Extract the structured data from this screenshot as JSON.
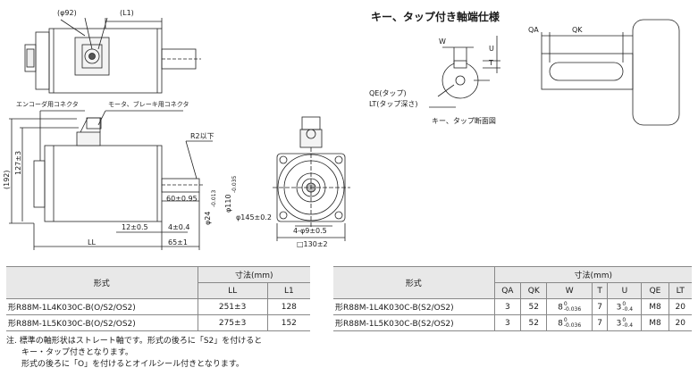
{
  "title": "キー、タップ付き軸端仕様",
  "top_view": {
    "phi92": "(φ92)",
    "l1": "(L1)"
  },
  "side_view": {
    "encoder_connector": "エンコーダ用コネクタ",
    "motor_brake_connector": "モータ、ブレーキ用コネクタ",
    "dim_192": "(192)",
    "dim_127": "127±3",
    "r2": "R2以下",
    "dim_60": "60±0.95",
    "dim_24": "φ24",
    "dim_24_tol": [
      "0",
      "-0.013"
    ],
    "dim_110": "φ110",
    "dim_110_tol": [
      "0",
      "-0.035"
    ],
    "dim_12": "12±0.5",
    "dim_4": "4±0.4",
    "ll": "LL",
    "dim_65": "65±1"
  },
  "front_view": {
    "phi145": "φ145±0.2",
    "holes": "4-φ9±0.5",
    "square": "□130±2"
  },
  "key_view": {
    "w": "W",
    "u": "U",
    "t": "T",
    "qe": "QE(タップ)",
    "lt": "LT(タップ深さ)",
    "section": "キー、タップ断面図",
    "qa": "QA",
    "qk": "QK"
  },
  "table1": {
    "h_model": "形式",
    "h_dims": "寸法(mm)",
    "h_ll": "LL",
    "h_l1": "L1",
    "rows": [
      {
        "model": "形R88M-1L4K030C-B(O/S2/OS2)",
        "ll": "251±3",
        "l1": "128"
      },
      {
        "model": "形R88M-1L5K030C-B(O/S2/OS2)",
        "ll": "275±3",
        "l1": "152"
      }
    ]
  },
  "table2": {
    "h_model": "形式",
    "h_dims": "寸法(mm)",
    "cols": [
      "QA",
      "QK",
      "W",
      "T",
      "U",
      "QE",
      "LT"
    ],
    "rows": [
      {
        "model": "形R88M-1L4K030C-B(S2/OS2)",
        "qa": "3",
        "qk": "52",
        "w": "8",
        "w_tol": [
          "0",
          "-0.036"
        ],
        "t": "7",
        "u": "3",
        "u_tol": [
          "0",
          "-0.4"
        ],
        "qe": "M8",
        "lt": "20"
      },
      {
        "model": "形R88M-1L5K030C-B(S2/OS2)",
        "qa": "3",
        "qk": "52",
        "w": "8",
        "w_tol": [
          "0",
          "-0.036"
        ],
        "t": "7",
        "u": "3",
        "u_tol": [
          "0",
          "-0.4"
        ],
        "qe": "M8",
        "lt": "20"
      }
    ]
  },
  "notes": [
    "注. 標準の軸形状はストレート軸です。形式の後ろに「S2」を付けると",
    "キー・タップ付きとなります。",
    "形式の後ろに「O」を付けるとオイルシール付きとなります。"
  ]
}
